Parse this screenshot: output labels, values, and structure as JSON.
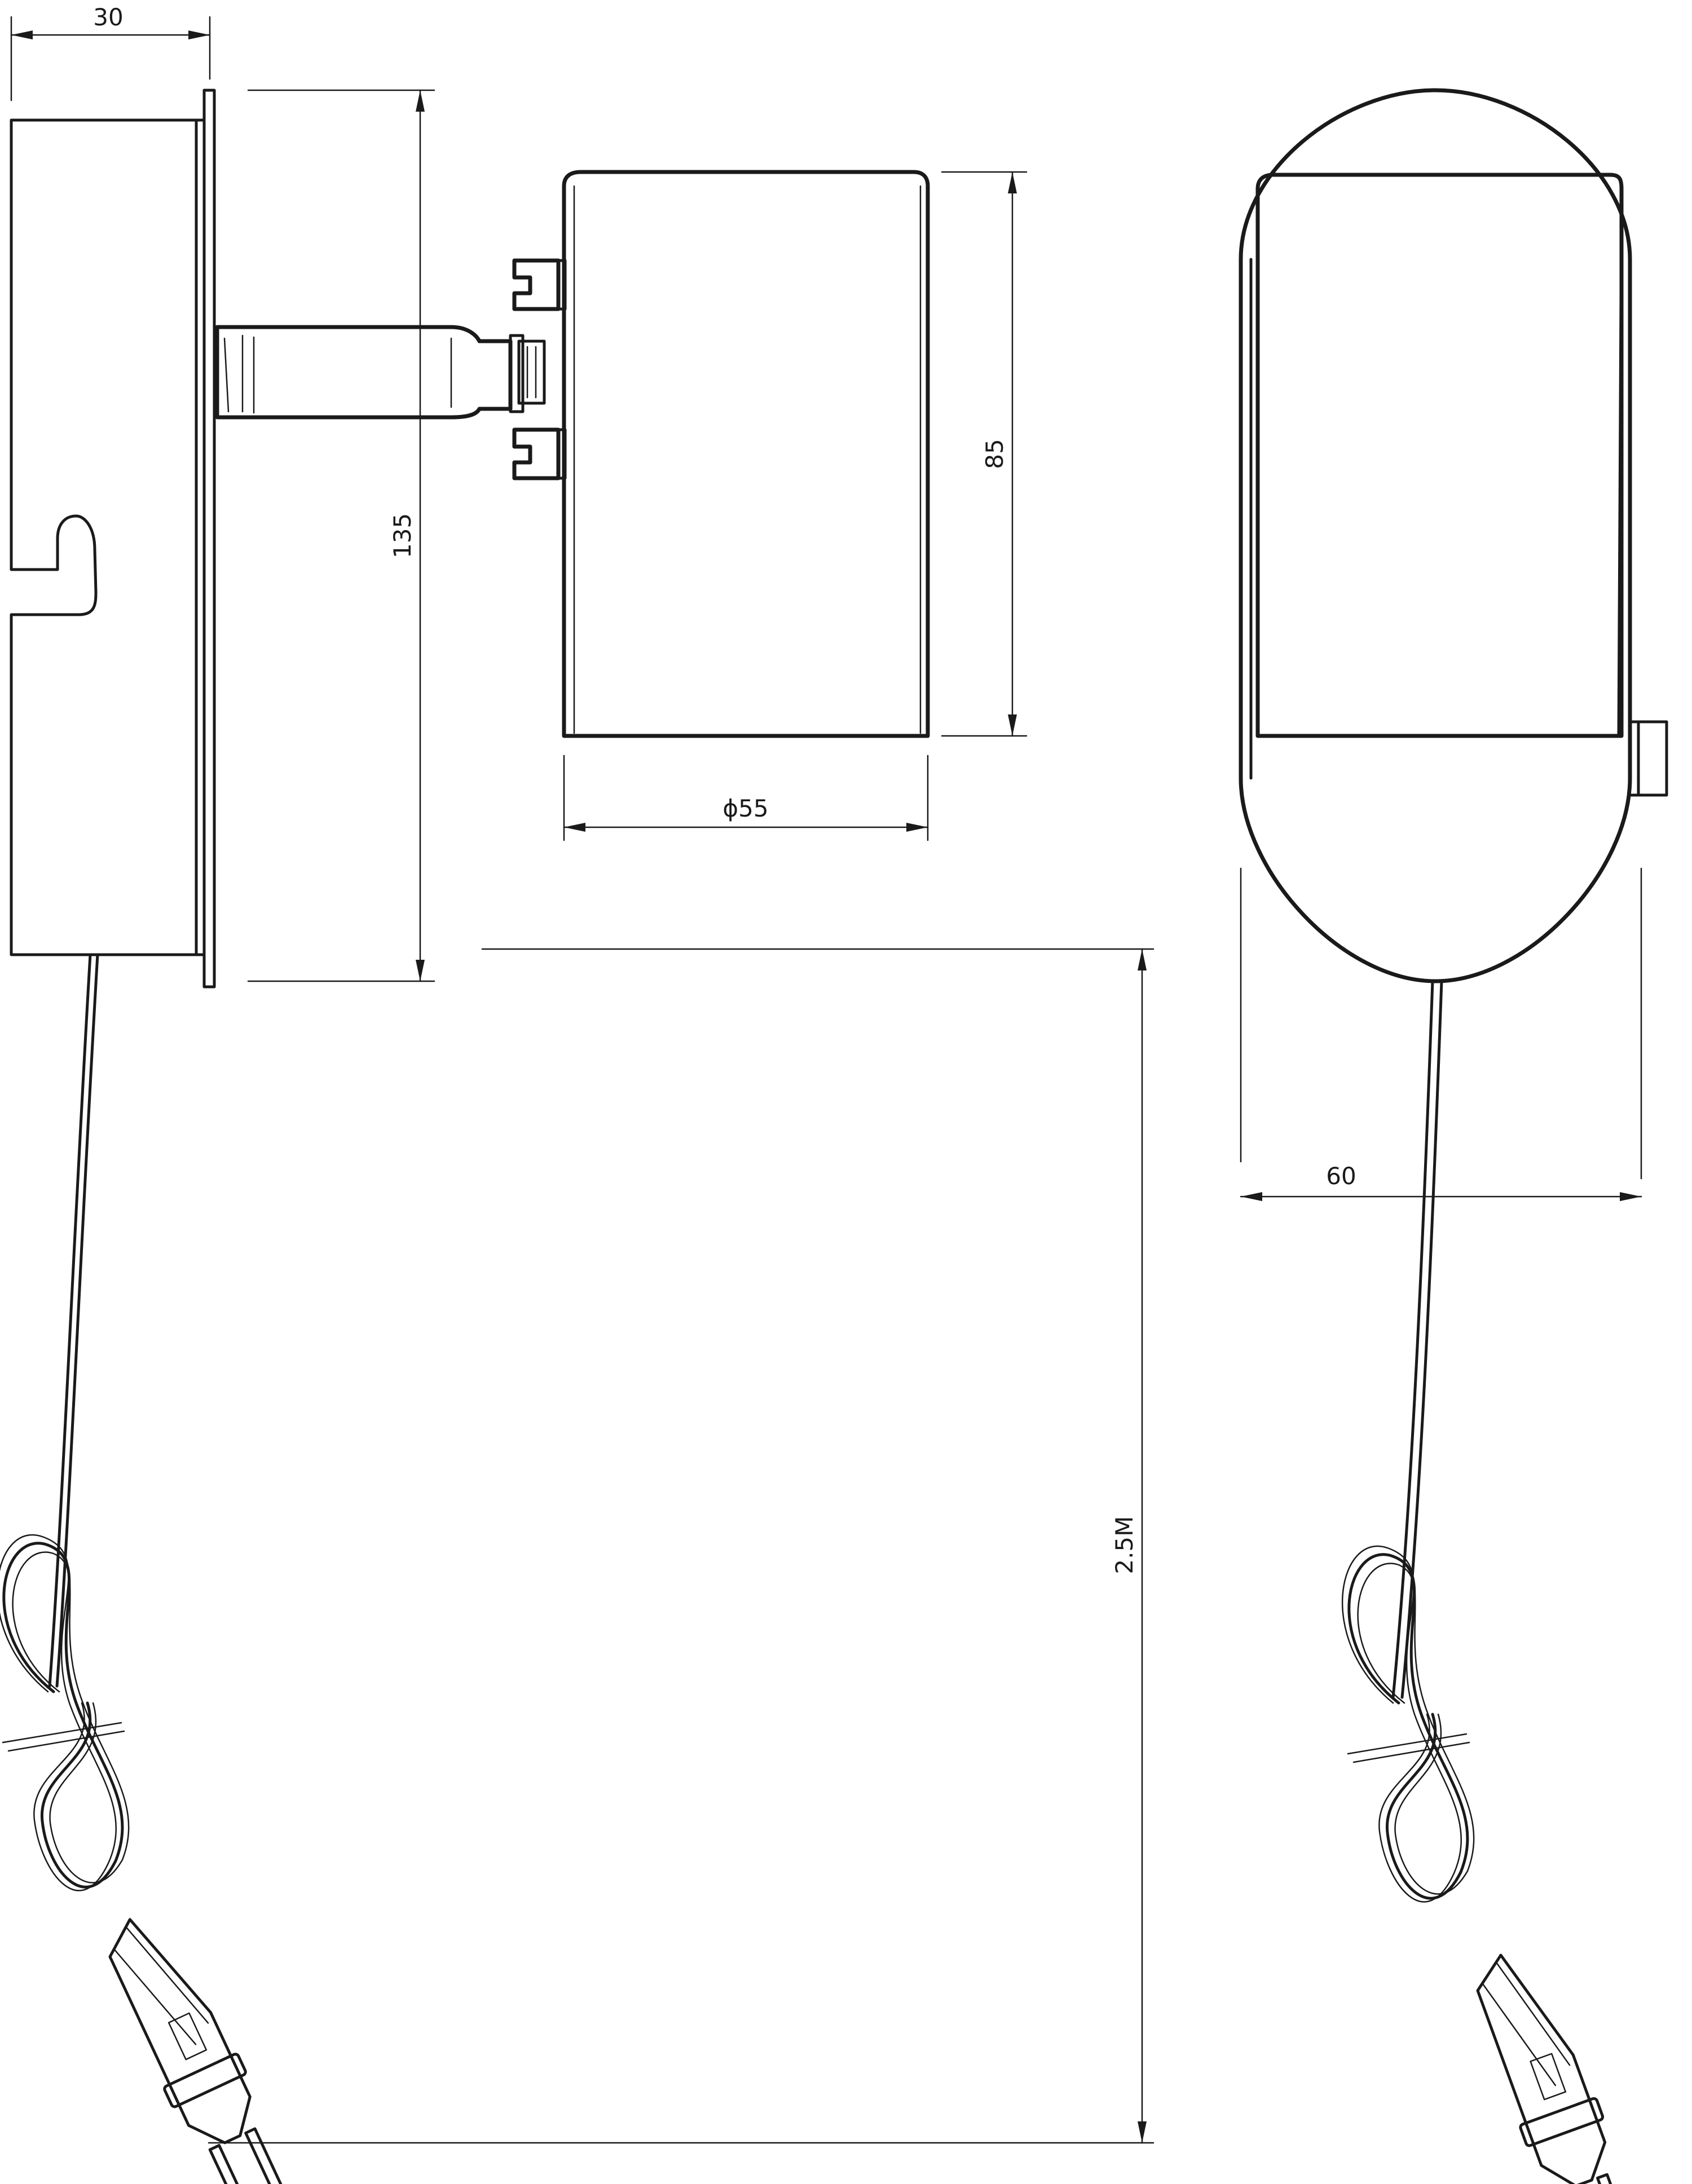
{
  "dimensions": {
    "depth_label": "30",
    "plate_height_label": "135",
    "shade_height_label": "85",
    "shade_diameter_label": "ϕ55",
    "cable_length_label": "2.5M",
    "plate_width_label": "60"
  }
}
